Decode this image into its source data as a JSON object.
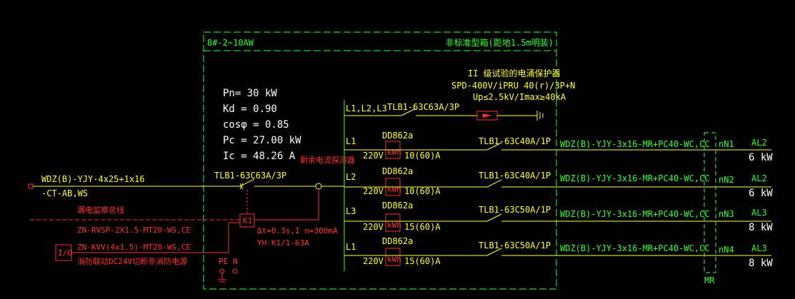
{
  "panel": {
    "name": "8#-2~10AW",
    "type_note": "非标准型箱(距地1.5m明装)"
  },
  "params": [
    "Pn= 30 kW",
    "Kd = 0.90",
    "cosφ = 0.85",
    "Pc = 27.00 kW",
    "Ic = 48.26 A"
  ],
  "incoming": {
    "cable_line1": "WDZ(B)-YJY-4x25+1x16",
    "cable_line2": "-CT-AB,WS",
    "main_breaker": "TLB1-63C63A/3P",
    "leakage_detector": "剩余电流探测器",
    "fire_monitor_label": "漏电监察总线",
    "fire_monitor_cable": "ZN-RVSP-2X1.5-MT20-WS,CE",
    "shunt_cable": "ZN-KVV(4x1.5)-MT20-WS,CE",
    "shunt_note": "消防联动DC24V切断非消防电源",
    "io_label": "I/O",
    "k1_label": "K1",
    "leak_params": "Δt=0.3s,I n=300mA",
    "leak_model": "YH-K1/1-63A"
  },
  "spd": {
    "title": "II  级试验的电涌保护器",
    "model": "SPD-400V/iPRU 40(r)/3P+N",
    "spec": "Up≤2.5kV/Imax≥40kA",
    "bus_label": "L1,L2,L3",
    "breaker": "TLB1-63C63A/3P"
  },
  "circuits": [
    {
      "phase": "L1",
      "meter": "DD862a",
      "kwh": "kWh",
      "voltage": "220V",
      "rating": "10(60)A",
      "breaker": "TLB1-63C40A/1P",
      "cable": "WDZ(B)-YJY-3x16-MR+PC40-WC,CC",
      "id": "nN1",
      "load": "AL2",
      "power": "6 kW"
    },
    {
      "phase": "L2",
      "meter": "DD862a",
      "kwh": "kWh",
      "voltage": "220V",
      "rating": "10(60)A",
      "breaker": "TLB1-63C40A/1P",
      "cable": "WDZ(B)-YJY-3x16-MR+PC40-WC,CC",
      "id": "nN2",
      "load": "AL2",
      "power": "6 kW"
    },
    {
      "phase": "L3",
      "meter": "DD862a",
      "kwh": "kWh",
      "voltage": "220V",
      "rating": "15(60)A",
      "breaker": "TLB1-63C50A/1P",
      "cable": "WDZ(B)-YJY-3x16-MR+PC40-WC,CC",
      "id": "nN3",
      "load": "AL3",
      "power": "8 kW"
    },
    {
      "phase": "L1",
      "meter": "DD862a",
      "kwh": "kWh",
      "voltage": "220V",
      "rating": "15(60)A",
      "breaker": "TLB1-63C50A/1P",
      "cable": "WDZ(B)-YJY-3x16-MR+PC40-WC,CC",
      "id": "nN4",
      "load": "AL3",
      "power": "8 kW"
    }
  ],
  "mr_label": "MR",
  "terminals": {
    "pe": "PE",
    "n": "N"
  },
  "colors": {
    "green": "#33ff33",
    "yellow": "#ffff33",
    "red": "#ff3333",
    "white": "#ffffff"
  }
}
